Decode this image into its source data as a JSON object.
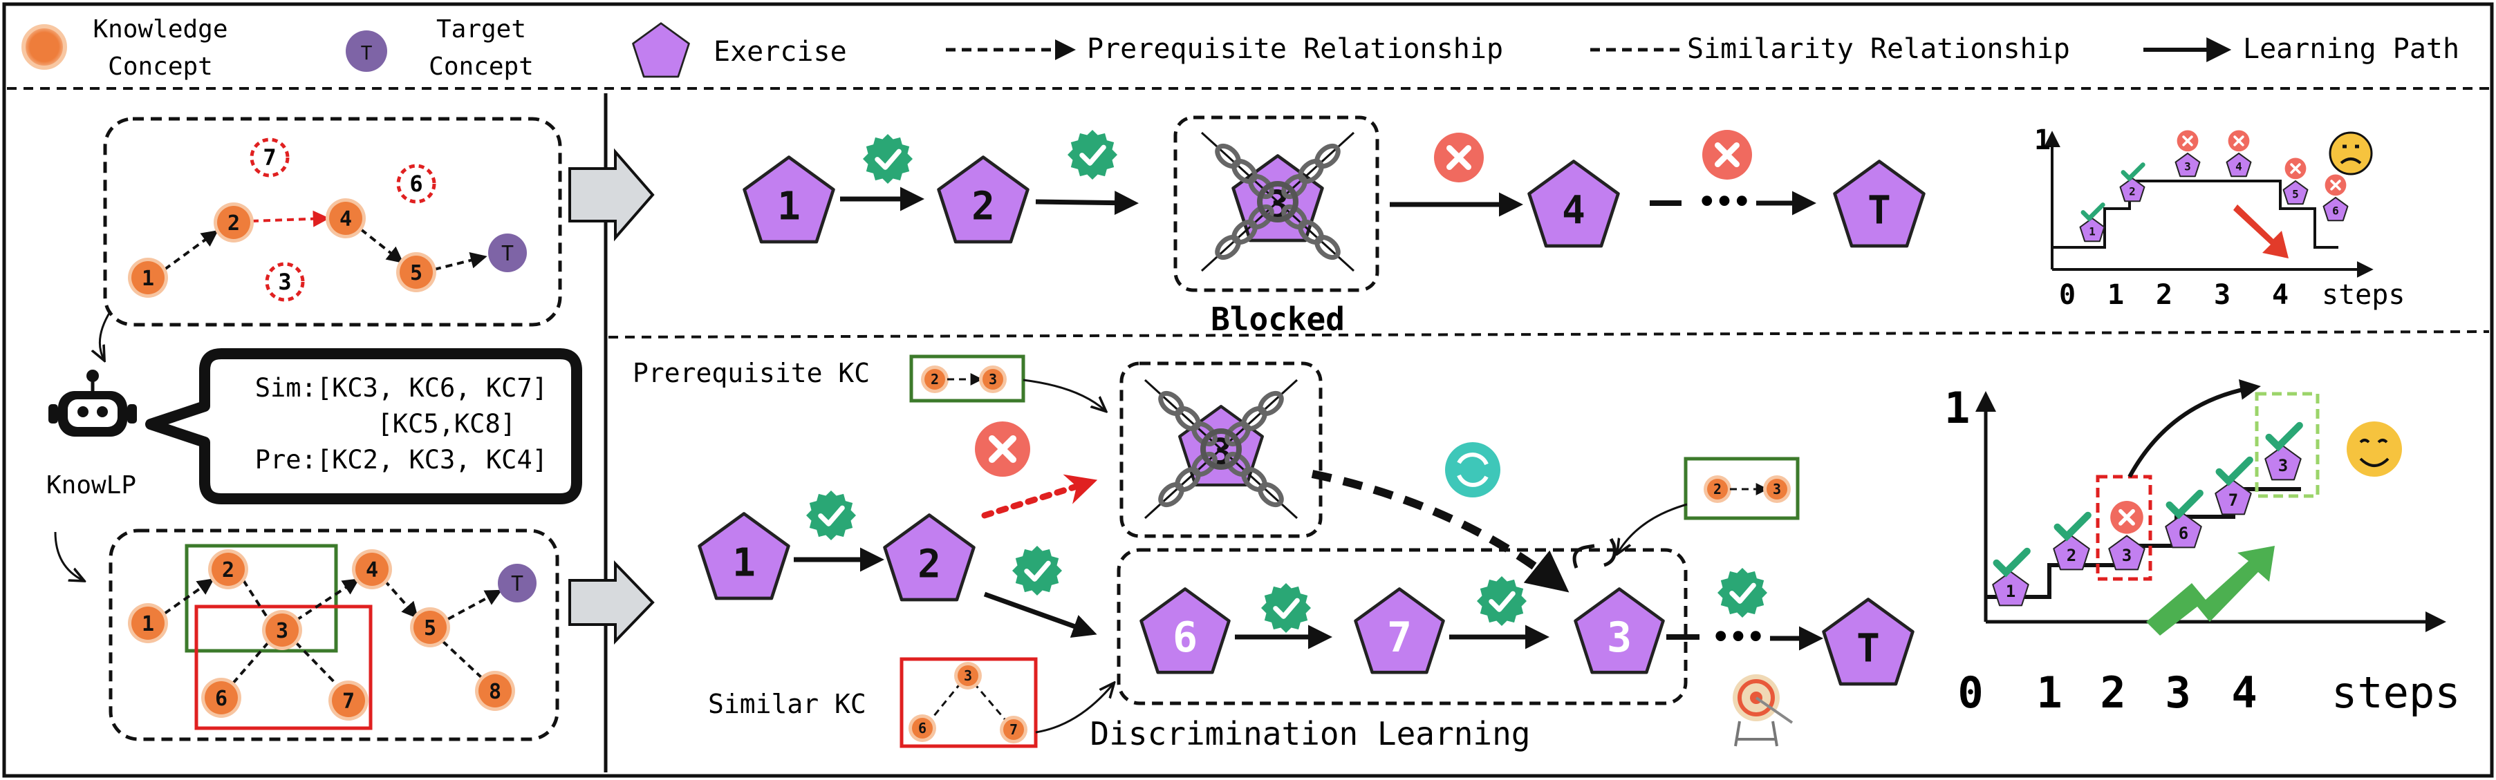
{
  "legend": {
    "knowledge_concept": "Knowledge\nConcept",
    "target_concept": "Target\nConcept",
    "target_symbol": "T",
    "exercise": "Exercise",
    "prerequisite": "Prerequisite Relationship",
    "similarity": "Similarity Relationship",
    "learning_path": "Learning Path"
  },
  "left": {
    "agent_label": "KnowLP",
    "bubble_lines": [
      "Sim:[KC3, KC6, KC7]",
      "[KC5,KC8]",
      "Pre:[KC2, KC3, KC4]"
    ],
    "top_graph_nodes": [
      "1",
      "2",
      "3",
      "4",
      "5",
      "6",
      "7",
      "T"
    ],
    "bottom_graph_nodes": [
      "1",
      "2",
      "3",
      "4",
      "5",
      "6",
      "7",
      "8",
      "T"
    ]
  },
  "top_path": {
    "exercises": [
      "1",
      "2",
      "3",
      "4",
      "T"
    ],
    "blocked_label": "Blocked",
    "ellipsis": "•••"
  },
  "bottom_path": {
    "exercises_main": [
      "1",
      "2"
    ],
    "blocked_exercise": "3",
    "discrimination_exercises": [
      "6",
      "7",
      "3"
    ],
    "target": "T",
    "prerequisite_kc_label": "Prerequisite KC",
    "prerequisite_kc_nodes": [
      "2",
      "3"
    ],
    "similar_kc_label": "Similar KC",
    "similar_kc_nodes": [
      "3",
      "6",
      "7"
    ],
    "discrimination_label": "Discrimination Learning",
    "callout_nodes": [
      "2",
      "3"
    ],
    "ellipsis": "•••"
  },
  "top_chart": {
    "y_label": "1",
    "x_ticks": [
      "0",
      "1",
      "2",
      "3",
      "4"
    ],
    "x_label": "steps",
    "steps": [
      {
        "exercise": "1",
        "correct": true
      },
      {
        "exercise": "2",
        "correct": true
      },
      {
        "exercise": "3",
        "correct": false
      },
      {
        "exercise": "4",
        "correct": false
      },
      {
        "exercise": "5",
        "correct": false
      },
      {
        "exercise": "6",
        "correct": false
      }
    ]
  },
  "bottom_chart": {
    "y_label": "1",
    "x_ticks": [
      "0",
      "1",
      "2",
      "3",
      "4"
    ],
    "x_label": "steps",
    "steps": [
      {
        "exercise": "1",
        "correct": true
      },
      {
        "exercise": "2",
        "correct": true
      },
      {
        "exercise": "3",
        "correct": false
      },
      {
        "exercise": "6",
        "correct": true
      },
      {
        "exercise": "7",
        "correct": true
      },
      {
        "exercise": "3",
        "correct": true
      }
    ]
  },
  "colors": {
    "kc_orange": "#ee7d3b",
    "target_purple": "#7e64a6",
    "exercise_purple": "#c27ff0",
    "check_green": "#2aa775",
    "cross_red": "#f06a5f",
    "box_green": "#3c7a2b",
    "box_red": "#e02020"
  }
}
